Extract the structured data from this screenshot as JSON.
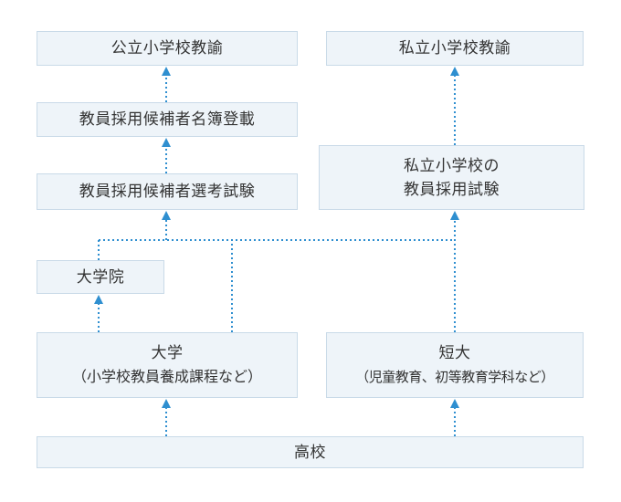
{
  "boxes": {
    "public_teacher": "公立小学校教諭",
    "private_teacher": "私立小学校教諭",
    "register": "教員採用候補者名簿登載",
    "selection_exam": "教員採用候補者選考試験",
    "private_exam_line1": "私立小学校の",
    "private_exam_line2": "教員採用試験",
    "grad_school": "大学院",
    "university_line1": "大学",
    "university_line2": "（小学校教員養成課程など）",
    "junior_college_line1": "短大",
    "junior_college_line2": "（児童教育、初等教育学科など）",
    "high_school": "高校"
  },
  "colors": {
    "box_fill": "#eef4f9",
    "box_border": "#c9dae8",
    "connector": "#2f8fd0",
    "text": "#333333"
  }
}
